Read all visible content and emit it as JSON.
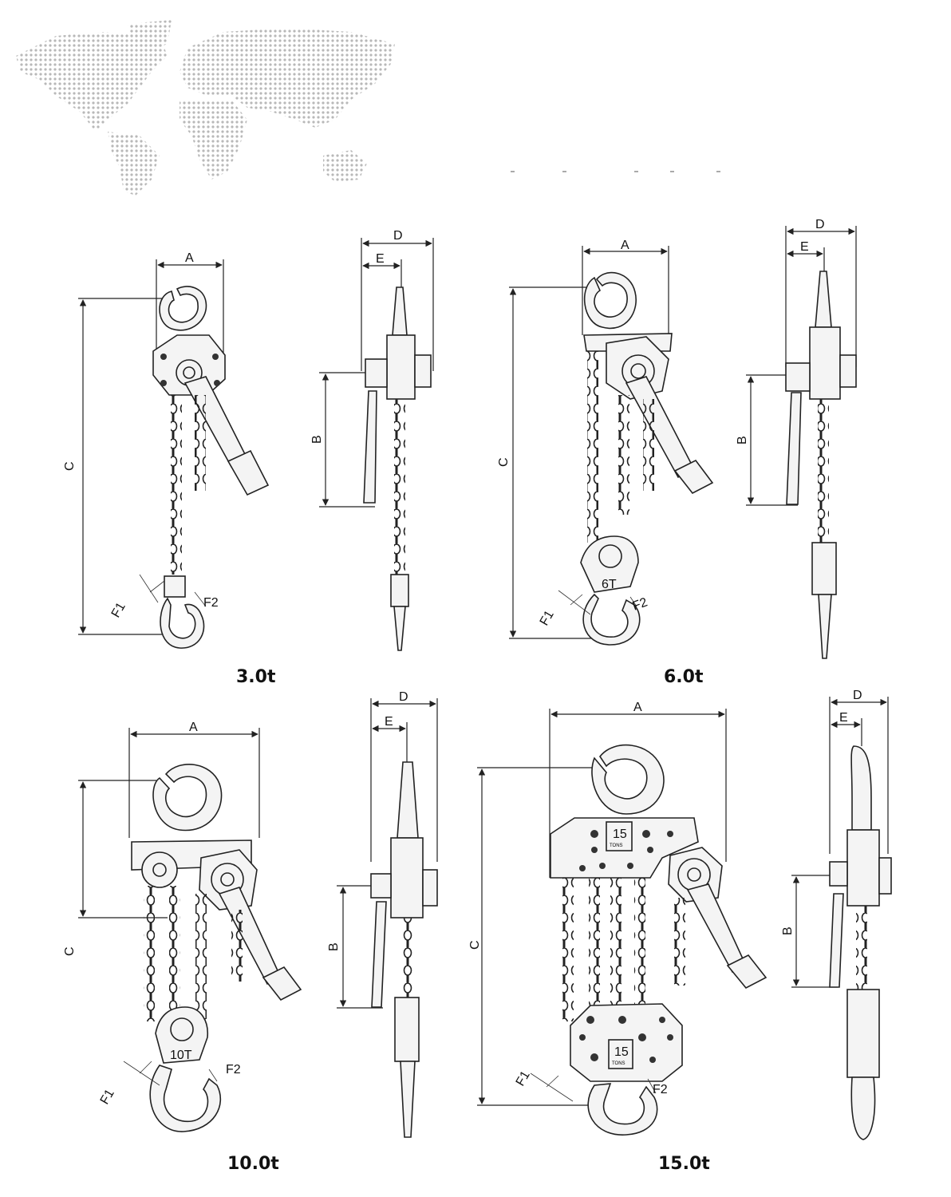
{
  "captions": [
    "3.0t",
    "6.0t",
    "10.0t",
    "15.0t"
  ],
  "labels": {
    "a": "A",
    "b": "B",
    "c": "C",
    "d": "D",
    "e": "E",
    "f1": "F1",
    "f2": "F2"
  },
  "tags": {
    "t6": "6T",
    "t10": "10T",
    "t15": "15",
    "tons": "TONS"
  },
  "colors": {
    "line": "#222222",
    "map_dots": "#b8b8b8"
  }
}
